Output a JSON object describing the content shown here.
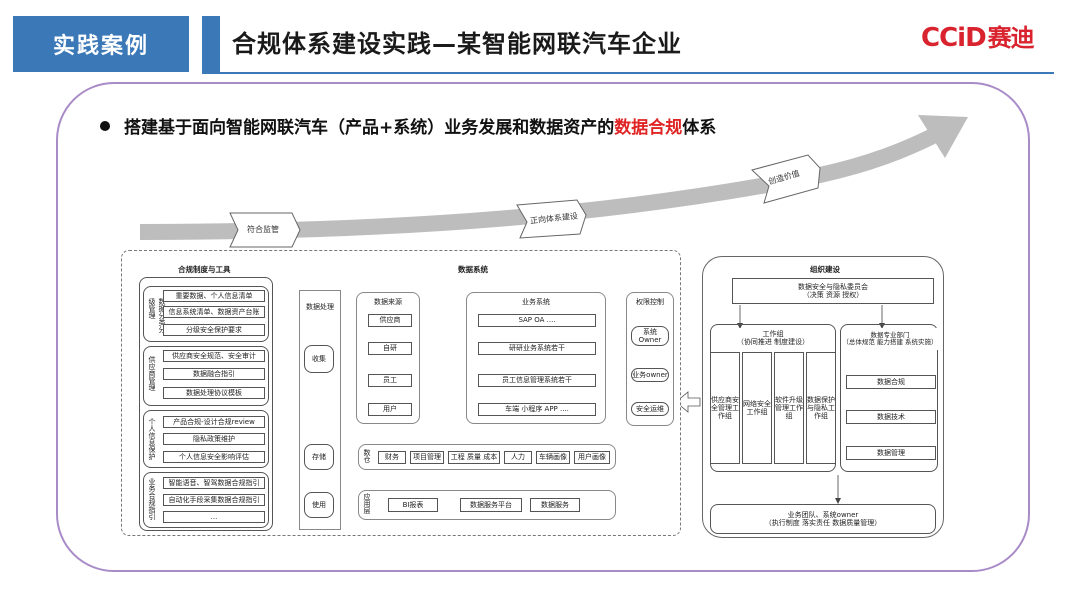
{
  "header": {
    "tag": "实践案例",
    "title": "合规体系建设实践—某智能网联汽车企业",
    "logo_en": "CCiD",
    "logo_cn": "赛迪"
  },
  "bullet": {
    "prefix": "搭建基于面向智能网联汽车（产品+系统）业务发展和数据资产的",
    "highlight": "数据合规",
    "suffix": "体系"
  },
  "arrow_labels": [
    "符合监管",
    "正向体系建设",
    "创造价值"
  ],
  "left_panel": {
    "title": "合规制度与工具",
    "groups": [
      {
        "label": "数据分类分级管理",
        "items": [
          "重要数据、个人信息清单",
          "信息系统清单、数据资产台账",
          "分级安全保护要求"
        ]
      },
      {
        "label": "供应商管理",
        "items": [
          "供应商安全规范、安全审计",
          "数据融合指引",
          "数据处理协议模板"
        ]
      },
      {
        "label": "个人信息保护",
        "items": [
          "产品合规-设计合规review",
          "隐私政策维护",
          "个人信息安全影响评估"
        ]
      },
      {
        "label": "业务合规指引",
        "items": [
          "智能语音、智驾数据合规指引",
          "自动化手段采集数据合规指引",
          "..."
        ]
      }
    ]
  },
  "data_system": {
    "title": "数据系统",
    "process_title": "数据处理",
    "collect": "收集",
    "store": "存储",
    "use": "使用",
    "sources_title": "数据来源",
    "sources": [
      "供应商",
      "自研",
      "员工",
      "用户"
    ],
    "business_title": "业务系统",
    "business": [
      "SAP   OA   ....",
      "研研业务系统若干",
      "员工信息管理系统若干",
      "车端  小程序  APP  ...."
    ],
    "storage_label": "数仓",
    "storage": [
      "财务",
      "项目管理",
      "工程 质量 成本",
      "人力",
      "车辆画像",
      "用户画像"
    ],
    "use_label": "应用层",
    "use_items": [
      "BI报表",
      "数据服务平台",
      "数据服务"
    ],
    "access_title": "权限控制",
    "access": [
      "系统Owner",
      "业务owner",
      "安全运维"
    ]
  },
  "org": {
    "title": "组织建设",
    "committee": "数据安全与隐私委员会\n（决策 资源 授权）",
    "work_group": "工作组\n（协同推进 制度建设）",
    "work_items": [
      "供应商安全管理工作组",
      "网络安全工作组",
      "软件升级管理工作组",
      "数据保护与隐私工作组"
    ],
    "dept": "数据专业部门\n（总体规范 能力搭建 系统实施）",
    "dept_items": [
      "数据合规",
      "数据技术",
      "数据管理"
    ],
    "bottom": "业务团队、系统owner\n（执行制度 落实责任 数据质量管理）"
  }
}
